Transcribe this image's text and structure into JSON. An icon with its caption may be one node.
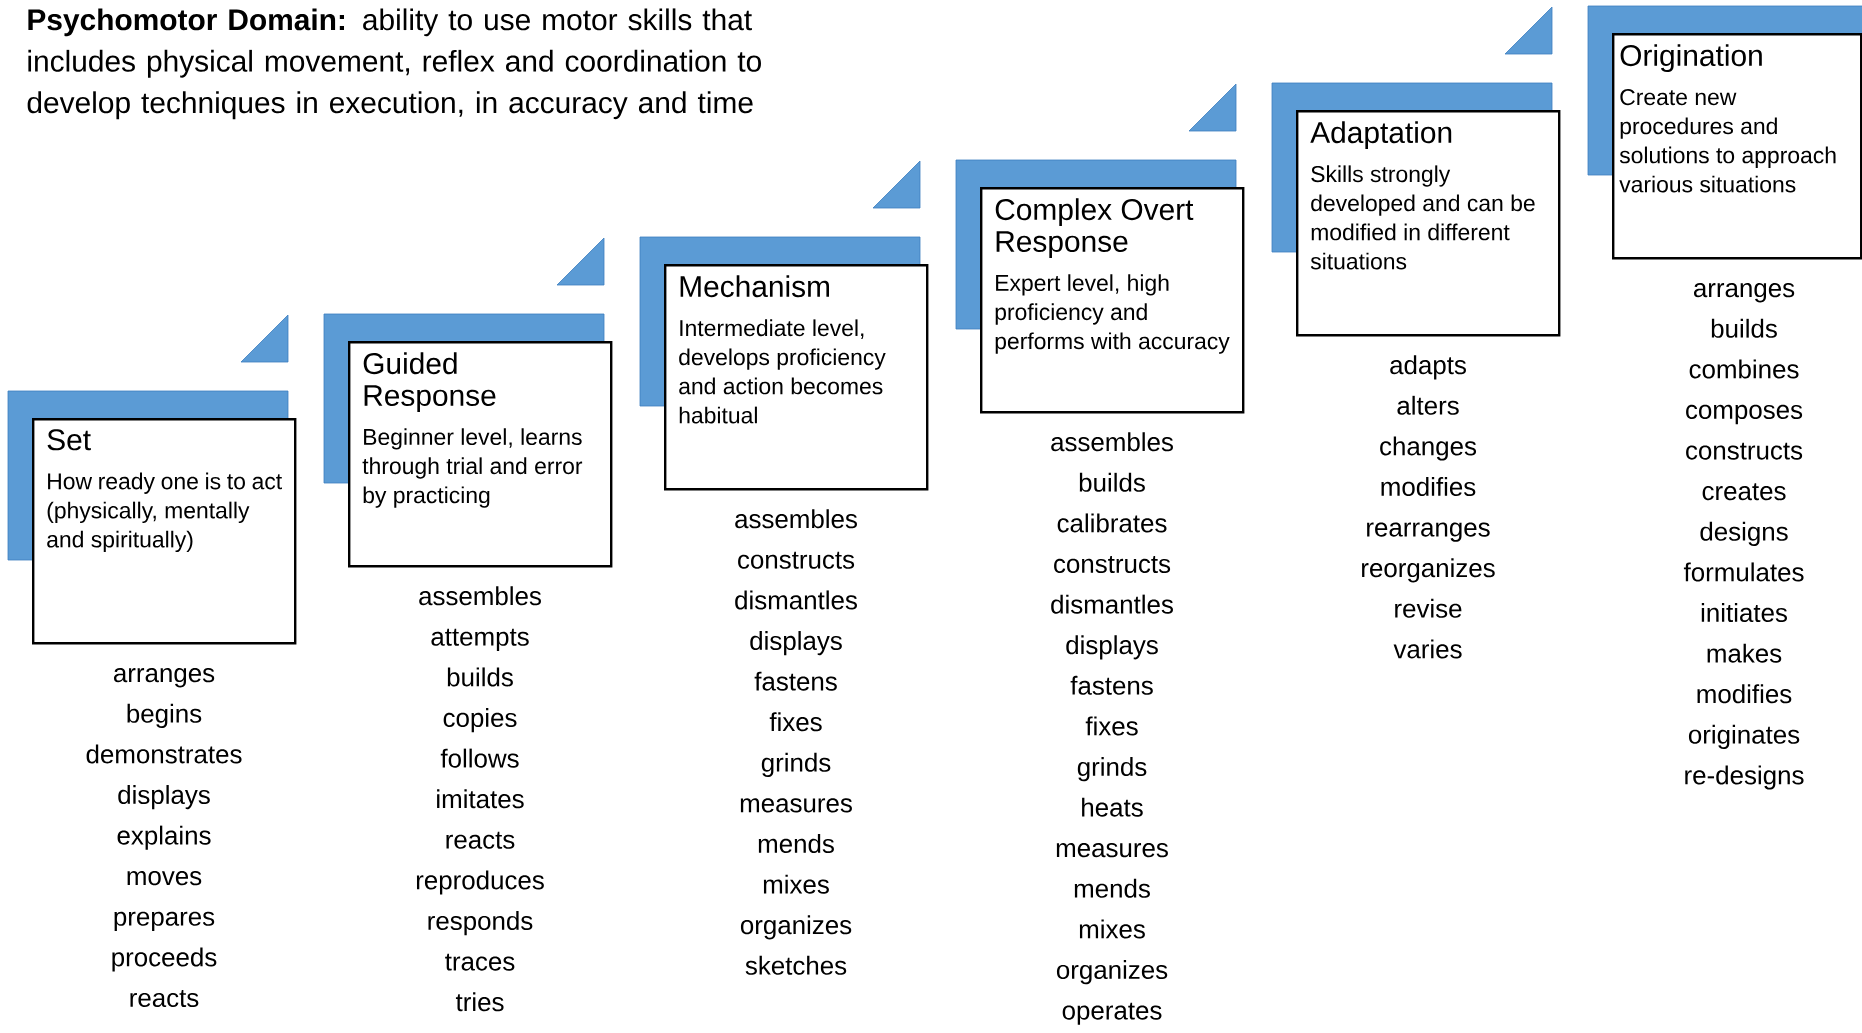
{
  "diagram": {
    "title": "**Psychomotor Domain:** ability to use motor skills that includes physical movement, reflex and coordination to develop techniques in execution, in accuracy and time",
    "nodes": [
      {
        "text": [
          "Set",
          "How ready one is to act (physically, mentally and spiritually)"
        ],
        "beside": [
          "arranges",
          "begins",
          "demonstrates",
          "displays",
          "explains",
          "moves",
          "prepares",
          "proceeds",
          "reacts"
        ]
      },
      {
        "text": [
          "Guided Response",
          "Beginner level, learns through trial and error by practicing"
        ],
        "beside": [
          "assembles",
          "attempts",
          "builds",
          "copies",
          "follows",
          "imitates",
          "reacts",
          "reproduces",
          "responds",
          "traces",
          "tries"
        ]
      },
      {
        "text": [
          "Mechanism",
          "Intermediate level, develops proficiency and action becomes habitual"
        ],
        "beside": [
          "assembles",
          "constructs",
          "dismantles",
          "displays",
          "fastens",
          "fixes",
          "grinds",
          "measures",
          "mends",
          "mixes",
          "organizes",
          "sketches"
        ]
      },
      {
        "text": [
          "Complex Overt Response",
          "Expert level, high proficiency and performs with accuracy"
        ],
        "beside": [
          "assembles",
          "builds",
          "calibrates",
          "constructs",
          "dismantles",
          "displays",
          "fastens",
          "fixes",
          "grinds",
          "heats",
          "measures",
          "mends",
          "mixes",
          "organizes",
          "operates"
        ]
      },
      {
        "text": [
          "Adaptation",
          "Skills strongly developed and can be modified in different situations"
        ],
        "beside": [
          "adapts",
          "alters",
          "changes",
          "modifies",
          "rearranges",
          "reorganizes",
          "revise",
          "varies"
        ]
      },
      {
        "text": [
          "Origination",
          "Create new procedures and solutions to approach various situations"
        ],
        "beside": [
          "arranges",
          "builds",
          "combines",
          "composes",
          "constructs",
          "creates",
          "designs",
          "formulates",
          "initiates",
          "makes",
          "modifies",
          "originates",
          "re-designs"
        ]
      }
    ]
  }
}
